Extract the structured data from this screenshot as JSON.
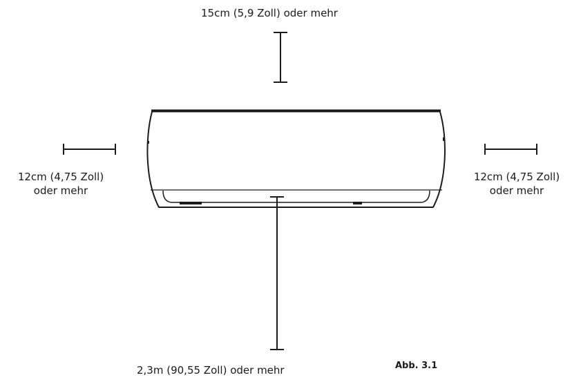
{
  "clearances": {
    "top": "15cm (5,9 Zoll) oder mehr",
    "left_line1": "12cm (4,75 Zoll)",
    "left_line2": "oder mehr",
    "right_line1": "12cm (4,75 Zoll)",
    "right_line2": "oder mehr",
    "bottom": "2,3m (90,55 Zoll) oder mehr"
  },
  "figure_label": "Abb. 3.1",
  "colors": {
    "stroke": "#1a1a1a",
    "background": "#ffffff"
  }
}
